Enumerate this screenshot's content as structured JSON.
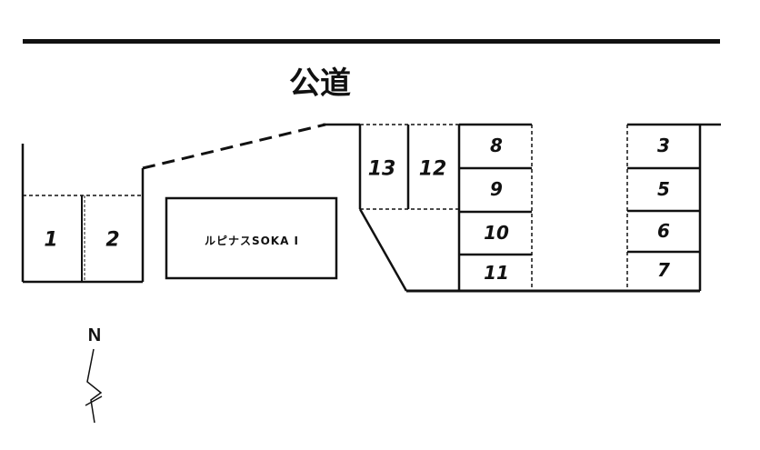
{
  "road": {
    "label": "公道"
  },
  "building": {
    "label": "ルピナスSOKA Ⅰ"
  },
  "compass": {
    "label": "N"
  },
  "parking_spaces": {
    "s1": "1",
    "s2": "2",
    "s3": "3",
    "s5": "5",
    "s6": "6",
    "s7": "7",
    "s8": "8",
    "s9": "9",
    "s10": "10",
    "s11": "11",
    "s12": "12",
    "s13": "13"
  },
  "colors": {
    "line": "#111111",
    "background": "#ffffff"
  }
}
